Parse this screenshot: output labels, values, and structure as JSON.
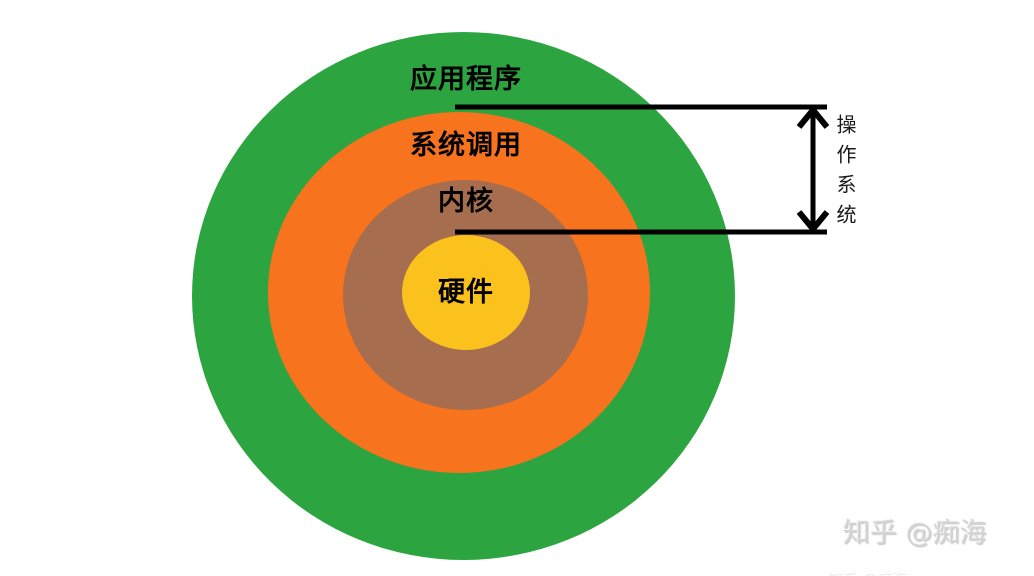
{
  "diagram": {
    "layers": [
      {
        "name": "applications",
        "label": "应用程序",
        "color": "#2CA43F"
      },
      {
        "name": "system-calls",
        "label": "系统调用",
        "color": "#F8731D"
      },
      {
        "name": "kernel",
        "label": "内核",
        "color": "#A66E4E"
      },
      {
        "name": "hardware",
        "label": "硬件",
        "color": "#FBC21E"
      }
    ],
    "annotation": {
      "label": "操作系统",
      "line_color": "#000000"
    },
    "label_text_color": "#000000"
  },
  "watermark": {
    "text": "知乎 @痴海",
    "color": "#d4d4d4"
  }
}
